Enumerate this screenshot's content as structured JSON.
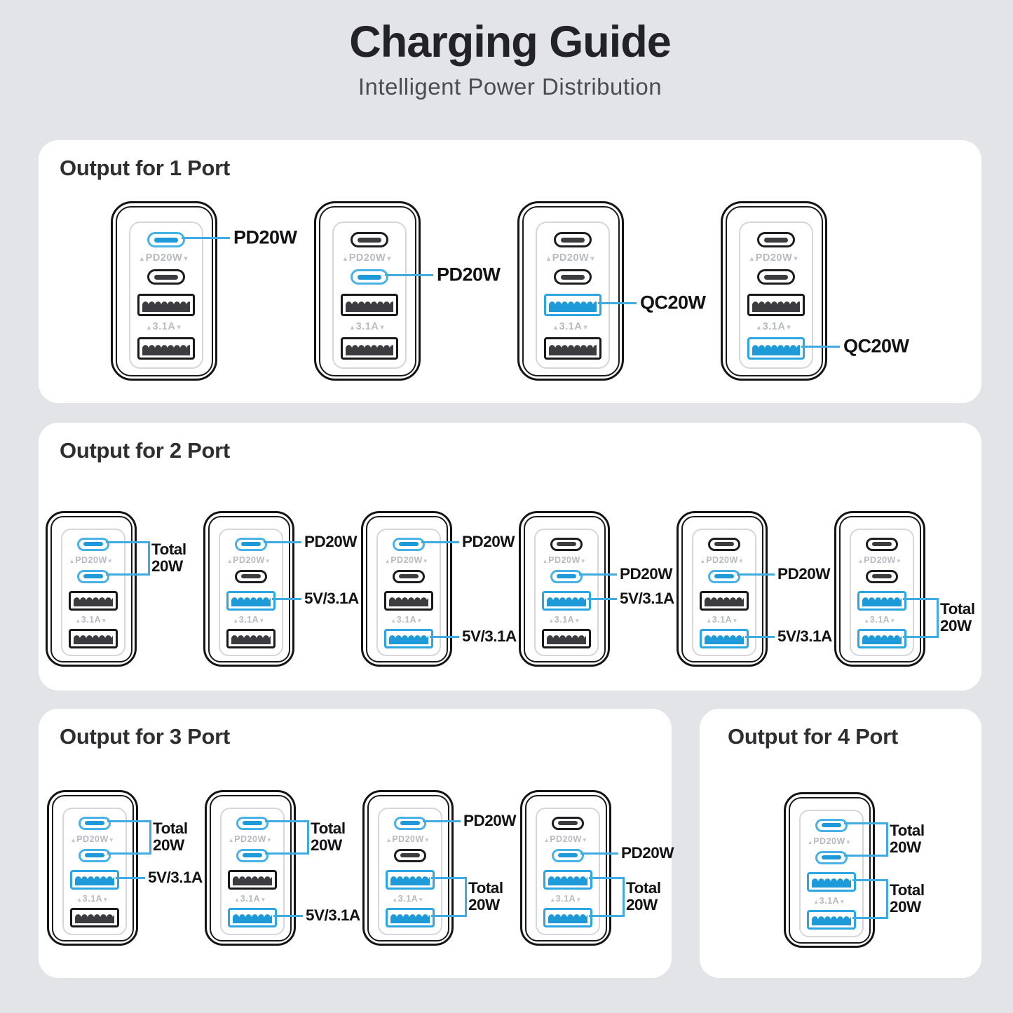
{
  "page": {
    "title": "Charging Guide",
    "subtitle": "Intelligent Power Distribution"
  },
  "port_group_labels": {
    "usb_c": "▲PD20W▼",
    "usb_a": "▲3.1A▼"
  },
  "colors": {
    "background": "#e3e4e8",
    "panel": "#ffffff",
    "accent_line": "#3fabe0",
    "usb_active_border": "#48b2e6",
    "usb_active_fill": "#1e9ad8",
    "idle_border": "#1d1d20",
    "idle_fill": "#3c3c40",
    "label_ink": "#121214",
    "muted_label": "#b7babf"
  },
  "sections": [
    {
      "title": "Output for 1 Port",
      "size": "large",
      "chargers": [
        {
          "ports": {
            "c1": "active",
            "c2": "idle",
            "a1": "idle",
            "a2": "idle"
          },
          "callouts": [
            {
              "type": "single",
              "port": "c1",
              "label": "PD20W"
            }
          ]
        },
        {
          "ports": {
            "c1": "idle",
            "c2": "active",
            "a1": "idle",
            "a2": "idle"
          },
          "callouts": [
            {
              "type": "single",
              "port": "c2",
              "label": "PD20W"
            }
          ]
        },
        {
          "ports": {
            "c1": "idle",
            "c2": "idle",
            "a1": "active",
            "a2": "idle"
          },
          "callouts": [
            {
              "type": "single",
              "port": "a1",
              "label": "QC20W"
            }
          ]
        },
        {
          "ports": {
            "c1": "idle",
            "c2": "idle",
            "a1": "idle",
            "a2": "active"
          },
          "callouts": [
            {
              "type": "single",
              "port": "a2",
              "label": "QC20W"
            }
          ]
        }
      ]
    },
    {
      "title": "Output for 2 Port",
      "size": "small",
      "chargers": [
        {
          "ports": {
            "c1": "active",
            "c2": "active",
            "a1": "idle",
            "a2": "idle"
          },
          "callouts": [
            {
              "type": "bracket",
              "ports": [
                "c1",
                "c2"
              ],
              "label": "Total 20W"
            }
          ]
        },
        {
          "ports": {
            "c1": "active",
            "c2": "idle",
            "a1": "active",
            "a2": "idle"
          },
          "callouts": [
            {
              "type": "single",
              "port": "c1",
              "label": "PD20W"
            },
            {
              "type": "single",
              "port": "a1",
              "label": "5V/3.1A"
            }
          ]
        },
        {
          "ports": {
            "c1": "active",
            "c2": "idle",
            "a1": "idle",
            "a2": "active"
          },
          "callouts": [
            {
              "type": "single",
              "port": "c1",
              "label": "PD20W"
            },
            {
              "type": "single",
              "port": "a2",
              "label": "5V/3.1A"
            }
          ]
        },
        {
          "ports": {
            "c1": "idle",
            "c2": "active",
            "a1": "active",
            "a2": "idle"
          },
          "callouts": [
            {
              "type": "single",
              "port": "c2",
              "label": "PD20W"
            },
            {
              "type": "single",
              "port": "a1",
              "label": "5V/3.1A"
            }
          ]
        },
        {
          "ports": {
            "c1": "idle",
            "c2": "active",
            "a1": "idle",
            "a2": "active"
          },
          "callouts": [
            {
              "type": "single",
              "port": "c2",
              "label": "PD20W"
            },
            {
              "type": "single",
              "port": "a2",
              "label": "5V/3.1A"
            }
          ]
        },
        {
          "ports": {
            "c1": "idle",
            "c2": "idle",
            "a1": "active",
            "a2": "active"
          },
          "callouts": [
            {
              "type": "bracket",
              "ports": [
                "a1",
                "a2"
              ],
              "label": "Total 20W"
            }
          ]
        }
      ]
    },
    {
      "title": "Output for 3 Port",
      "size": "small",
      "chargers": [
        {
          "ports": {
            "c1": "active",
            "c2": "active",
            "a1": "active",
            "a2": "idle"
          },
          "callouts": [
            {
              "type": "bracket",
              "ports": [
                "c1",
                "c2"
              ],
              "label": "Total 20W"
            },
            {
              "type": "single",
              "port": "a1",
              "label": "5V/3.1A"
            }
          ]
        },
        {
          "ports": {
            "c1": "active",
            "c2": "active",
            "a1": "idle",
            "a2": "active"
          },
          "callouts": [
            {
              "type": "bracket",
              "ports": [
                "c1",
                "c2"
              ],
              "label": "Total 20W"
            },
            {
              "type": "single",
              "port": "a2",
              "label": "5V/3.1A"
            }
          ]
        },
        {
          "ports": {
            "c1": "active",
            "c2": "idle",
            "a1": "active",
            "a2": "active"
          },
          "callouts": [
            {
              "type": "single",
              "port": "c1",
              "label": "PD20W"
            },
            {
              "type": "bracket",
              "ports": [
                "a1",
                "a2"
              ],
              "label": "Total 20W"
            }
          ]
        },
        {
          "ports": {
            "c1": "idle",
            "c2": "active",
            "a1": "active",
            "a2": "active"
          },
          "callouts": [
            {
              "type": "single",
              "port": "c2",
              "label": "PD20W"
            },
            {
              "type": "bracket",
              "ports": [
                "a1",
                "a2"
              ],
              "label": "Total 20W"
            }
          ]
        }
      ]
    },
    {
      "title": "Output for 4 Port",
      "size": "small",
      "chargers": [
        {
          "ports": {
            "c1": "active",
            "c2": "active",
            "a1": "active",
            "a2": "active"
          },
          "callouts": [
            {
              "type": "bracket",
              "ports": [
                "c1",
                "c2"
              ],
              "label": "Total 20W"
            },
            {
              "type": "bracket",
              "ports": [
                "a1",
                "a2"
              ],
              "label": "Total 20W"
            }
          ]
        }
      ]
    }
  ]
}
